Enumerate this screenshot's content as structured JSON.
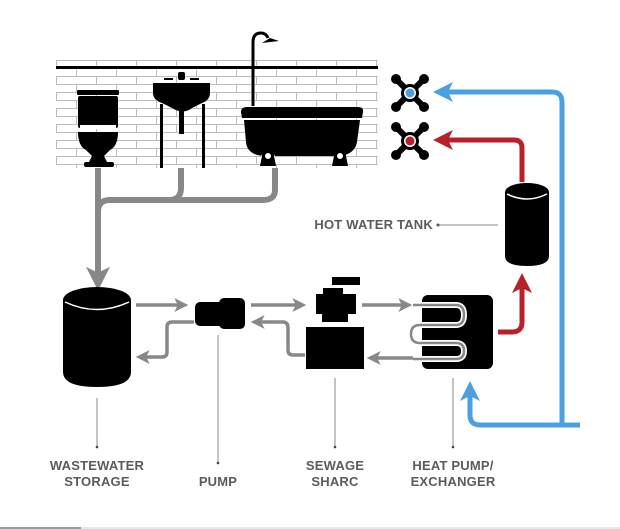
{
  "colors": {
    "fixture": "#000000",
    "waste_pipe": "#888888",
    "cold_water": "#4aa0e0",
    "hot_water": "#b8202a",
    "label_text": "#5b5b5b",
    "tile_line": "#bdbdbd"
  },
  "fixtures": [
    {
      "name": "toilet",
      "icon": "toilet-icon"
    },
    {
      "name": "sink",
      "icon": "sink-icon"
    },
    {
      "name": "bathtub",
      "icon": "bathtub-icon"
    }
  ],
  "faucets": [
    {
      "name": "cold-water-faucet",
      "icon": "faucet-handle-icon",
      "type": "cold"
    },
    {
      "name": "hot-water-faucet",
      "icon": "faucet-handle-icon",
      "type": "hot"
    }
  ],
  "labels": {
    "hot_water_tank": "HOT WATER TANK",
    "wastewater_storage": [
      "WASTEWATER",
      "STORAGE"
    ],
    "pump": "PUMP",
    "sewage_sharc": [
      "SEWAGE",
      "SHARC"
    ],
    "heat_pump": [
      "HEAT PUMP/",
      "EXCHANGER"
    ]
  },
  "scroll": {
    "position_fraction": 0.13
  }
}
